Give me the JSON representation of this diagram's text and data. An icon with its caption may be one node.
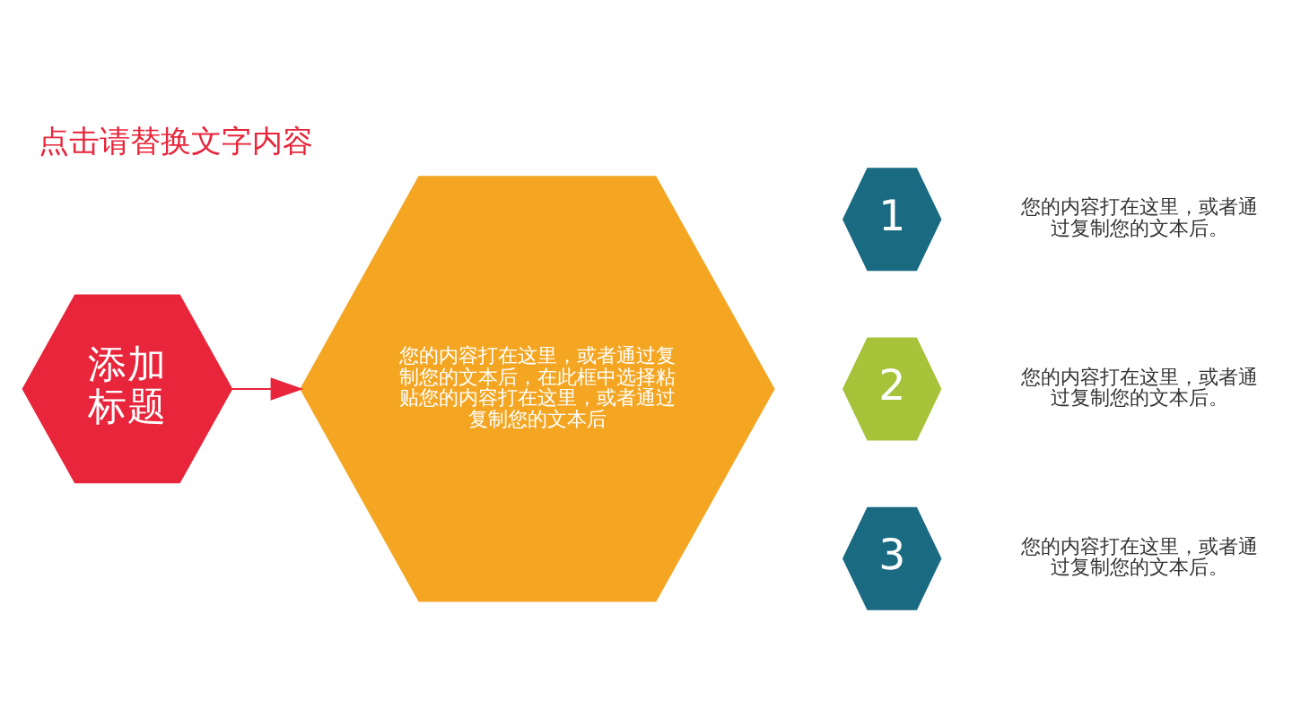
{
  "diagram": {
    "title": "点击请替换文字内容",
    "nodes": [
      {
        "text": [
          "添加标题"
        ]
      },
      {
        "text": [
          "您的内容打在这里，或者通过复制您的文本后，在此框中选择粘贴您的内容打在这里，或者通过复制您的文本后"
        ]
      },
      {
        "text": [
          "1"
        ],
        "beside": [
          "您的内容打在这里，或者通过复制您的文本后。"
        ]
      },
      {
        "text": [
          "2"
        ],
        "beside": [
          "您的内容打在这里，或者通过复制您的文本后。"
        ]
      },
      {
        "text": [
          "3"
        ],
        "beside": [
          "您的内容打在这里，或者通过复制您的文本后。"
        ]
      }
    ],
    "edges": [
      {
        "from": 0,
        "to": 1,
        "arrow": "to"
      }
    ]
  }
}
